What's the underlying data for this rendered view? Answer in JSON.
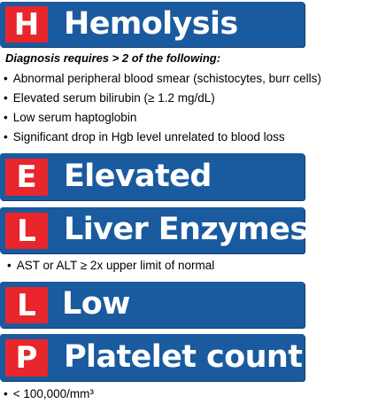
{
  "mnemonic": [
    {
      "letter": "H",
      "word": "Hemolysis"
    },
    {
      "letter": "E",
      "word": "Elevated"
    },
    {
      "letter": "L",
      "word": "Liver Enzymes"
    },
    {
      "letter": "L",
      "word": "Low"
    },
    {
      "letter": "P",
      "word": "Platelet count"
    }
  ],
  "hemolysis": {
    "heading": "Diagnosis requires > 2 of the following:",
    "criteria": [
      "Abnormal peripheral blood smear (schistocytes, burr cells)",
      "Elevated serum bilirubin (≥ 1.2 mg/dL)",
      "Low serum haptoglobin",
      "Significant drop in Hgb level unrelated to blood loss"
    ]
  },
  "liver_enzymes": {
    "criteria": [
      "AST or ALT ≥ 2x upper limit of normal"
    ]
  },
  "platelets": {
    "criteria": [
      "< 100,000/mm³"
    ]
  },
  "colors": {
    "bar_blue": "#1a5a9e",
    "letter_red": "#e8262b",
    "text_white": "#ffffff"
  }
}
